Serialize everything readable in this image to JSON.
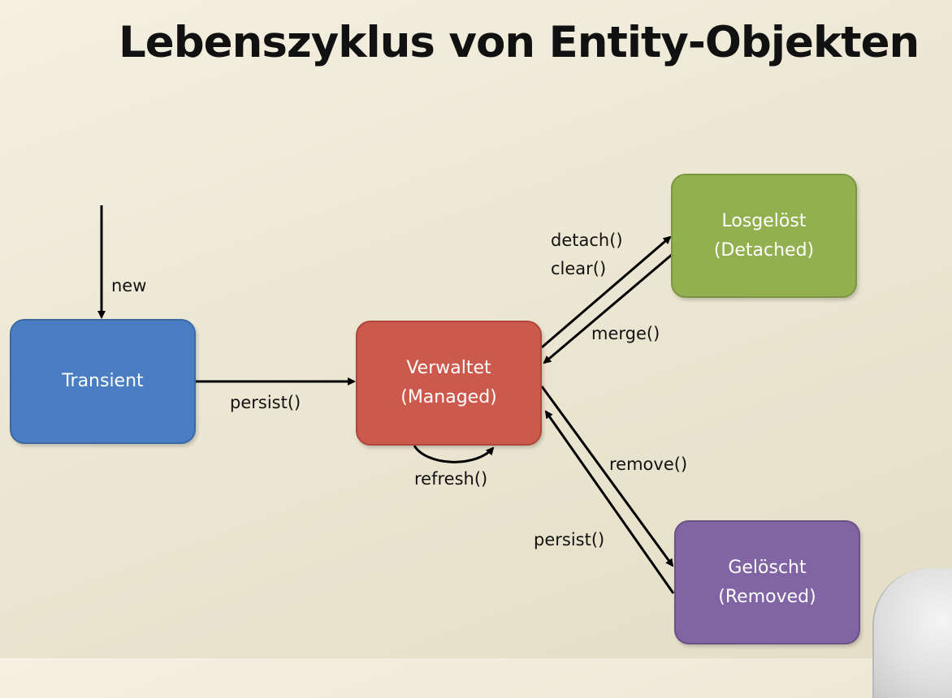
{
  "title": "Lebenszyklus von Entity-Objekten",
  "states": {
    "transient": {
      "label": "Transient"
    },
    "managed": {
      "line1": "Verwaltet",
      "line2": "(Managed)"
    },
    "detached": {
      "line1": "Losgelöst",
      "line2": "(Detached)"
    },
    "removed": {
      "line1": "Gelöscht",
      "line2": "(Removed)"
    }
  },
  "transitions": {
    "new": "new",
    "persist_to_managed": "persist()",
    "refresh": "refresh()",
    "detach": "detach()",
    "clear": "clear()",
    "merge": "merge()",
    "remove": "remove()",
    "persist_from_removed": "persist()"
  },
  "colors": {
    "transient": "#4a7ec3",
    "managed": "#cc5a4c",
    "detached": "#92b050",
    "removed": "#8064a3"
  }
}
